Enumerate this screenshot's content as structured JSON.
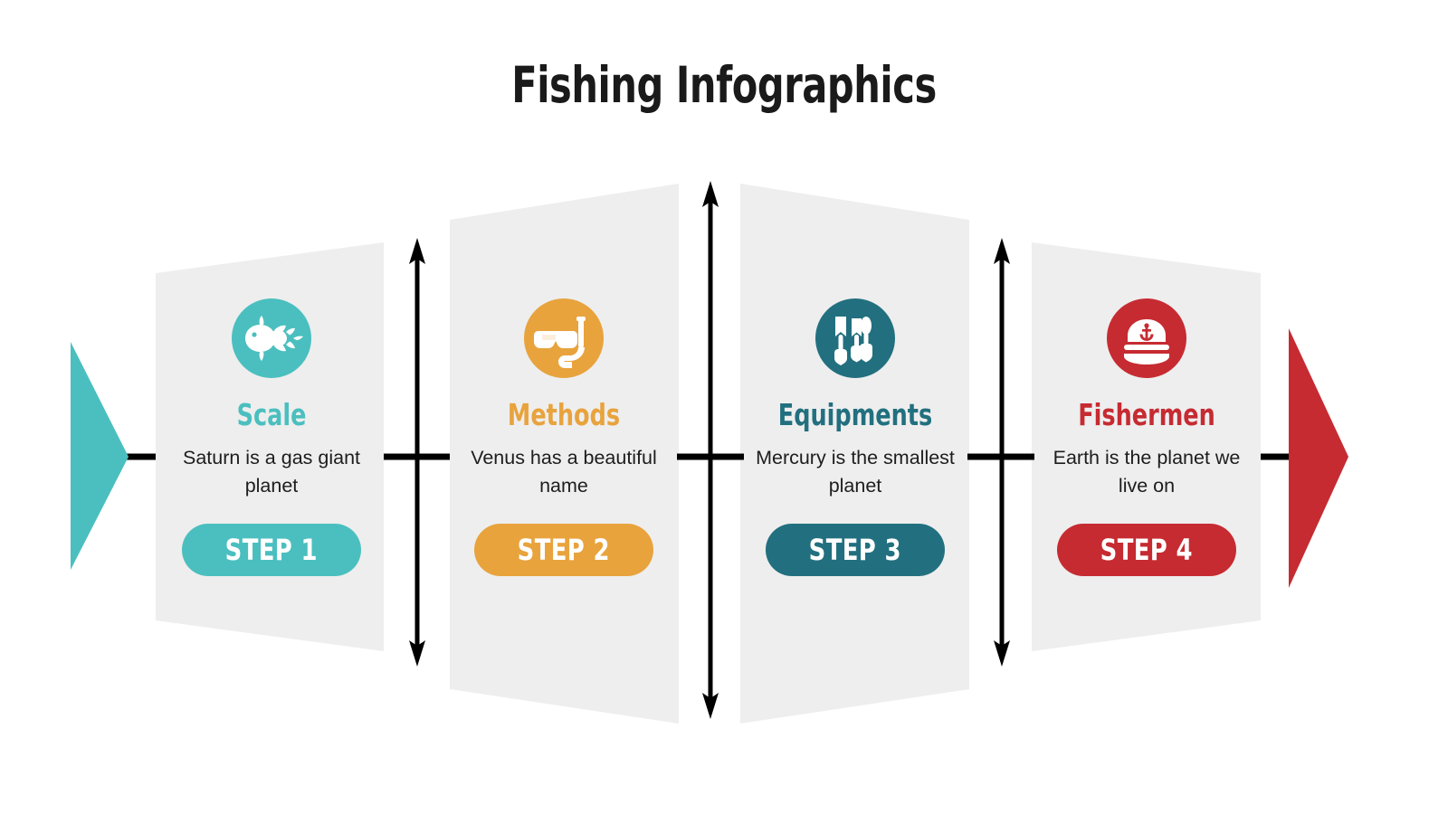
{
  "page": {
    "title": "Fishing Infographics",
    "background_color": "#ffffff",
    "card_fill": "#eeeeee",
    "line_color": "#000000"
  },
  "arrows": {
    "left_arrow_color": "#4BBFBF",
    "right_arrow_color": "#C62B32",
    "left_arrow_name": "left-teal-arrow",
    "right_arrow_name": "right-red-arrow"
  },
  "cards": [
    {
      "id": "scale",
      "heading": "Scale",
      "description": "Saturn is a gas giant planet",
      "step_label": "STEP 1",
      "color": "#4BBFBF",
      "icon": "fish-icon"
    },
    {
      "id": "methods",
      "heading": "Methods",
      "description": "Venus has a beautiful name",
      "step_label": "STEP 2",
      "color": "#E8A33D",
      "icon": "diving-mask-snorkel-icon"
    },
    {
      "id": "equipments",
      "heading": "Equipments",
      "description": "Mercury is the smallest planet",
      "step_label": "STEP 3",
      "color": "#22707F",
      "icon": "oars-paddles-icon"
    },
    {
      "id": "fishermen",
      "heading": "Fishermen",
      "description": "Earth is the planet we live on",
      "step_label": "STEP 4",
      "color": "#C62B32",
      "icon": "captain-hat-anchor-icon"
    }
  ]
}
